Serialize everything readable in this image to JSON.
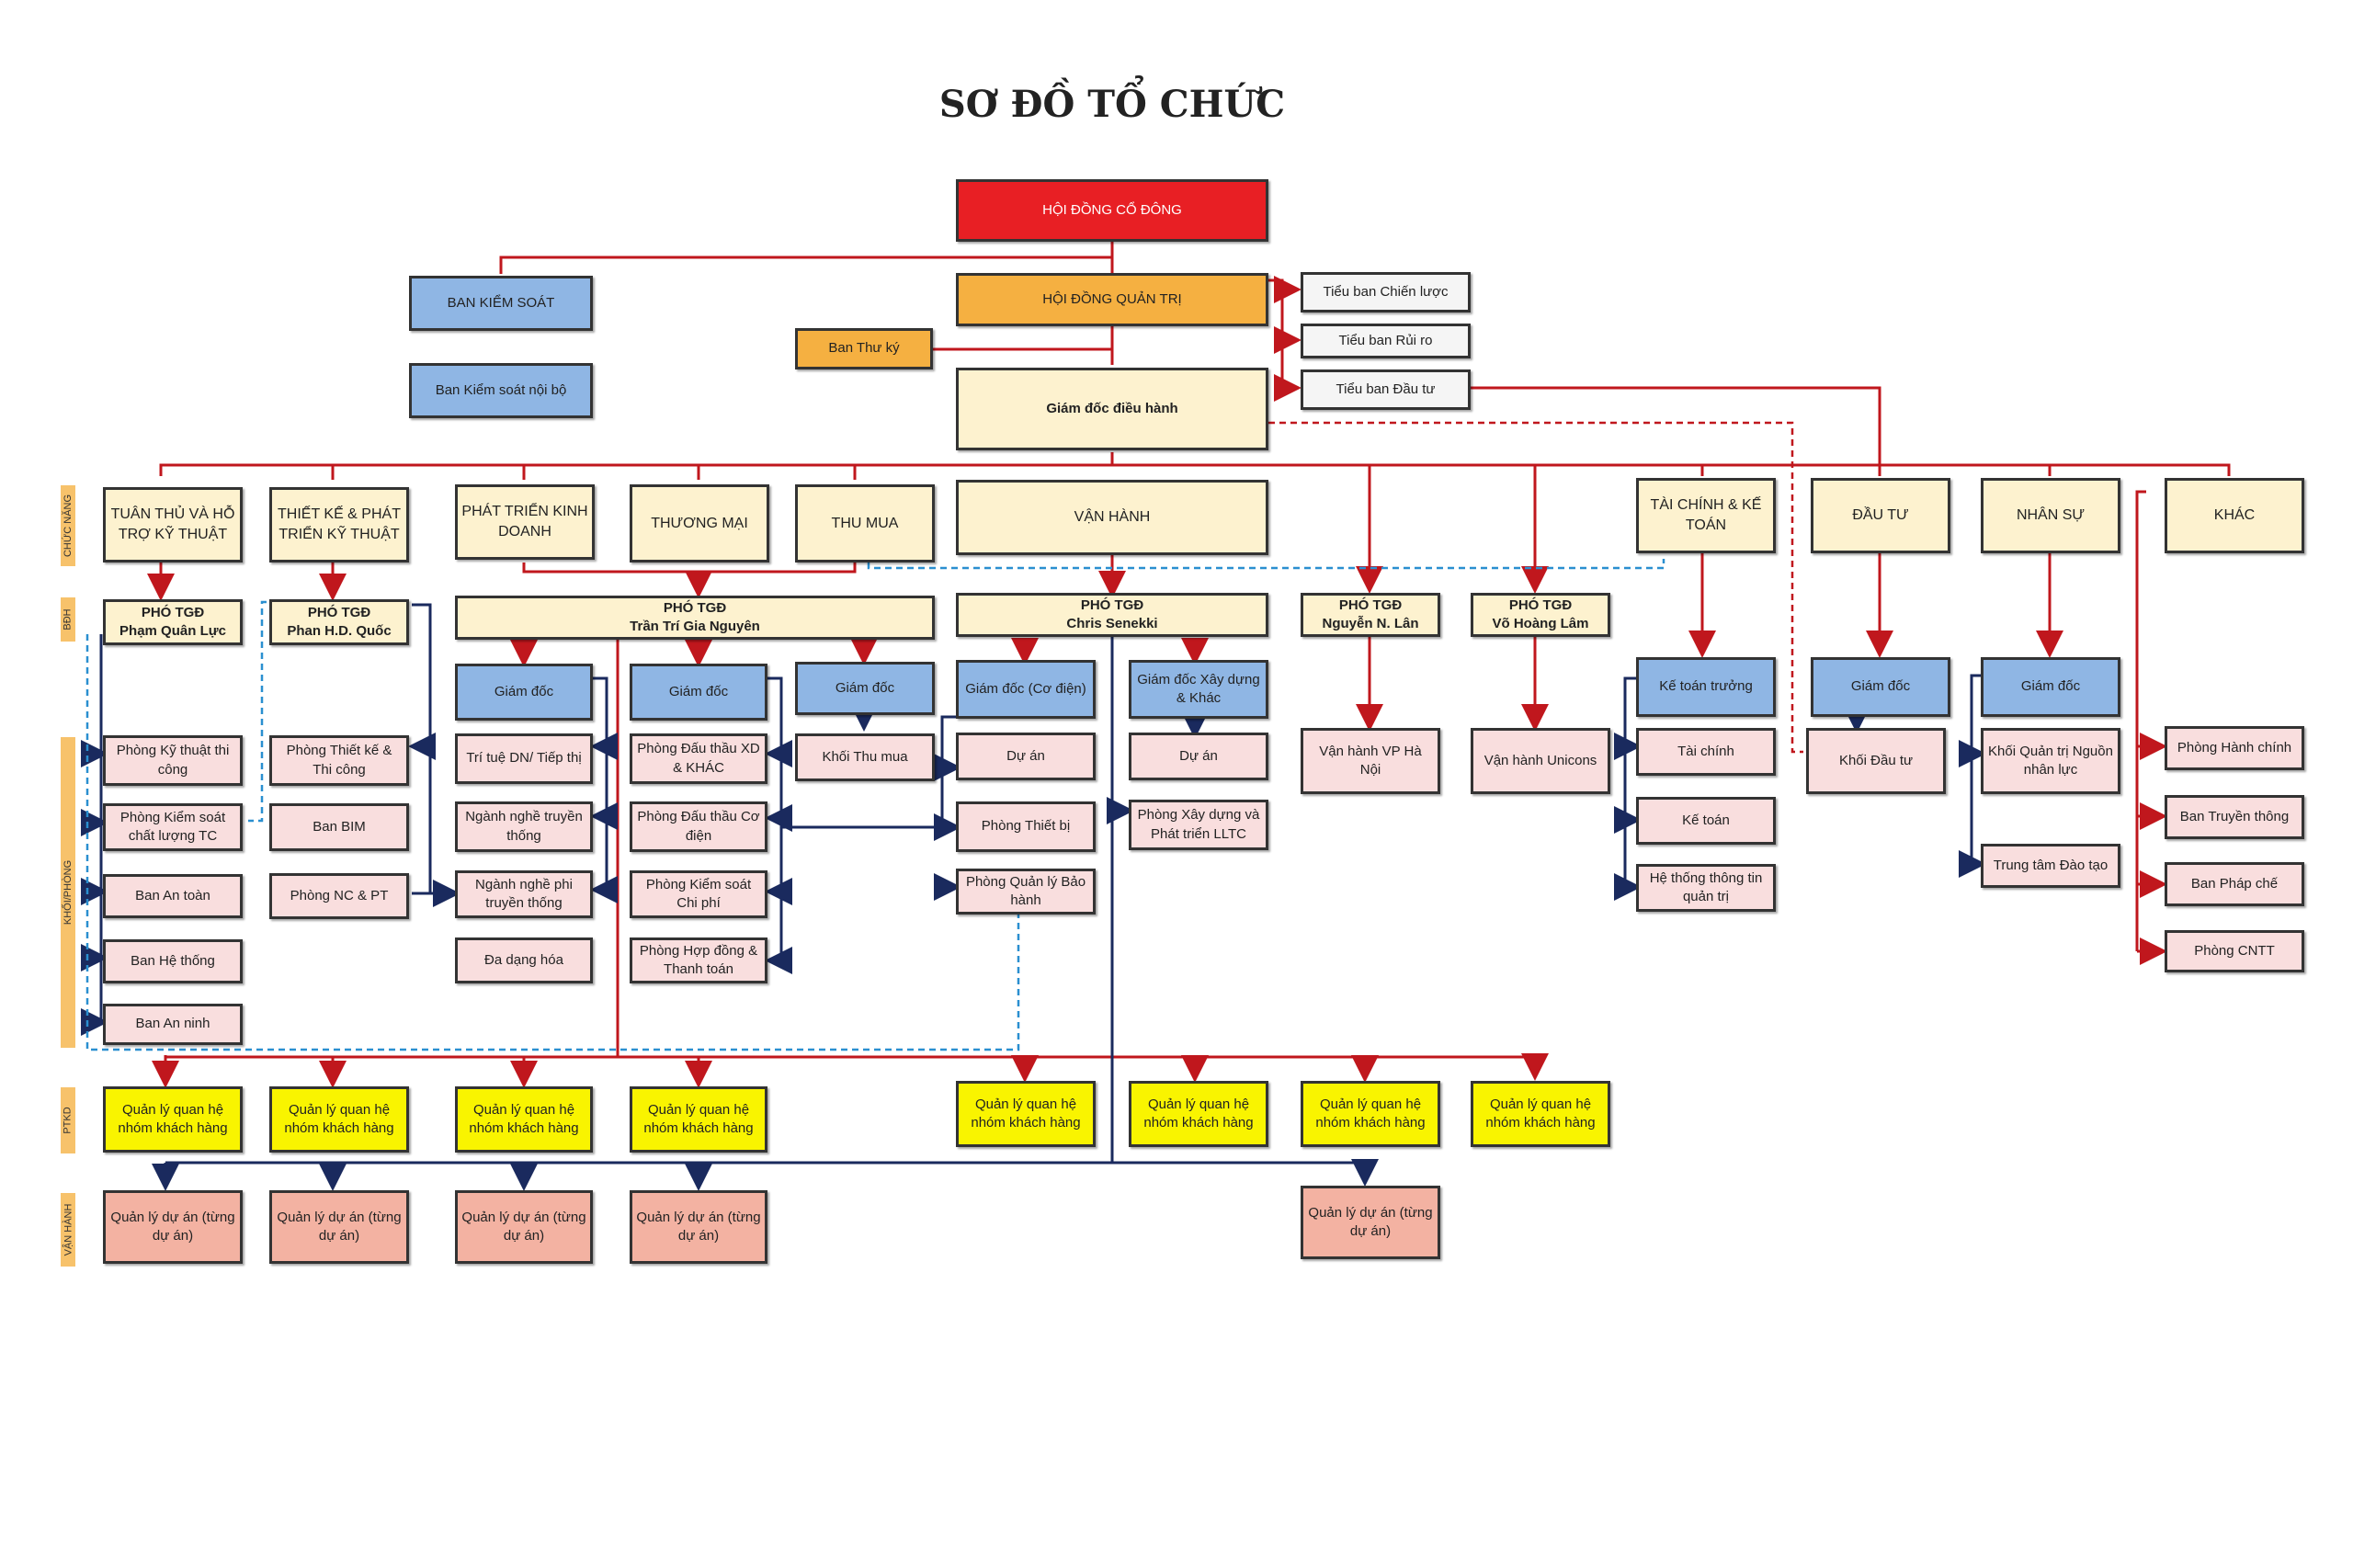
{
  "title": "SƠ ĐỒ TỔ CHỨC",
  "bands": {
    "chuc_nang": "CHỨC NĂNG",
    "bdh": "BĐH",
    "khoi_phong": "KHỐI/PHÒNG",
    "ptkd": "PTKD",
    "van_hanh": "VẬN HÀNH"
  },
  "top": {
    "hdcd": "HỘI ĐỒNG CỔ ĐÔNG",
    "hdqt": "HỘI ĐỒNG QUẢN TRỊ",
    "ban_kiem_soat": "BAN KIỂM SOÁT",
    "ban_kiem_soat_noi_bo": "Ban Kiểm soát nội bộ",
    "ban_thu_ky": "Ban Thư ký",
    "gdđh": "Giám đốc điều hành",
    "tieu_ban_chien_luoc": "Tiểu ban Chiến lược",
    "tieu_ban_rui_ro": "Tiểu ban Rủi ro",
    "tieu_ban_dau_tu": "Tiểu ban Đầu tư"
  },
  "functions": {
    "tuan_thu": "TUÂN THỦ VÀ HỖ TRỢ KỸ THUẬT",
    "thiet_ke": "THIẾT KẾ & PHÁT TRIỂN KỸ THUẬT",
    "ptkd": "PHÁT TRIỂN KINH DOANH",
    "thuong_mai": "THƯƠNG MẠI",
    "thu_mua": "THU MUA",
    "van_hanh": "VẬN HÀNH",
    "tai_chinh": "TÀI CHÍNH & KẾ TOÁN",
    "dau_tu": "ĐẦU TƯ",
    "nhan_su": "NHÂN SỰ",
    "khac": "KHÁC"
  },
  "vps": {
    "pham": {
      "role": "PHÓ TGĐ",
      "name": "Phạm Quân Lực"
    },
    "phan": {
      "role": "PHÓ TGĐ",
      "name": "Phan H.D. Quốc"
    },
    "tran": {
      "role": "PHÓ TGĐ",
      "name": "Trần Trí Gia Nguyên"
    },
    "chris": {
      "role": "PHÓ TGĐ",
      "name": "Chris Senekki"
    },
    "nguyen": {
      "role": "PHÓ TGĐ",
      "name": "Nguyễn N. Lân"
    },
    "vo": {
      "role": "PHÓ TGĐ",
      "name": "Võ Hoàng Lâm"
    }
  },
  "directors": {
    "gd1": "Giám đốc",
    "gd2": "Giám đốc",
    "gd3": "Giám đốc",
    "gd_co_dien": "Giám đốc (Cơ điện)",
    "gd_xay_dung": "Giám đốc Xây dựng & Khác",
    "ke_toan_truong": "Kế toán trưởng",
    "gd_dau_tu": "Giám đốc",
    "gd_nhan_su": "Giám đốc"
  },
  "departments": {
    "phong_ky_thuat": "Phòng Kỹ thuật thi công",
    "phong_kiem_soat_cl": "Phòng Kiểm soát chất lượng TC",
    "ban_an_toan": "Ban An toàn",
    "ban_he_thong": "Ban Hệ thống",
    "ban_an_ninh": "Ban An ninh",
    "phong_thiet_ke": "Phòng Thiết kế & Thi công",
    "ban_bim": "Ban BIM",
    "phong_nc_pt": "Phòng NC & PT",
    "tri_tue": "Trí tuệ DN/ Tiếp thị",
    "nganh_truyen_thong": "Ngành nghề truyền thống",
    "nganh_phi_truyen_thong": "Ngành nghề phi truyền thống",
    "da_dang_hoa": "Đa dạng hóa",
    "dau_thau_xd": "Phòng Đấu thầu XD & KHÁC",
    "dau_thau_cd": "Phòng Đấu thầu Cơ điện",
    "kiem_soat_cp": "Phòng Kiểm soát Chi phí",
    "hop_dong": "Phòng Hợp đồng & Thanh toán",
    "khoi_thu_mua": "Khối Thu mua",
    "du_an_1": "Dự án",
    "phong_thiet_bi": "Phòng Thiết bị",
    "quan_ly_bao_hanh": "Phòng Quản lý Bảo hành",
    "du_an_2": "Dự án",
    "xay_dung_pt": "Phòng Xây dựng và Phát triển LLTC",
    "vh_ha_noi": "Vận hành VP Hà Nội",
    "vh_unicons": "Vận hành Unicons",
    "tai_chinh": "Tài chính",
    "ke_toan": "Kế toán",
    "he_thong_tt": "Hệ thống thông tin quản trị",
    "khoi_dau_tu": "Khối Đầu tư",
    "khoi_qt_nhan_luc": "Khối Quản trị Nguồn nhân lực",
    "trung_tam_dao_tao": "Trung tâm Đào tạo",
    "phong_hanh_chinh": "Phòng Hành chính",
    "ban_truyen_thong": "Ban Truyền thông",
    "ban_phap_che": "Ban Pháp chế",
    "phong_cntt": "Phòng CNTT"
  },
  "ptkd_row": [
    "Quản lý quan hệ nhóm khách hàng",
    "Quản lý quan hệ nhóm khách hàng",
    "Quản lý quan hệ nhóm khách hàng",
    "Quản lý quan hệ nhóm khách hàng",
    "Quản lý quan hệ nhóm khách hàng",
    "Quản lý quan hệ nhóm khách hàng",
    "Quản lý quan hệ nhóm khách hàng",
    "Quản lý quan hệ nhóm khách hàng"
  ],
  "vh_row": [
    "Quản lý dự án (từng dự án)",
    "Quản lý dự án (từng dự án)",
    "Quản lý dự án (từng dự án)",
    "Quản lý dự án (từng dự án)",
    "Quản lý dự án (từng dự án)"
  ],
  "colors": {
    "red_line": "#c0171d",
    "navy_line": "#1a2a5e",
    "dashed_blue": "#2a8fd0"
  }
}
